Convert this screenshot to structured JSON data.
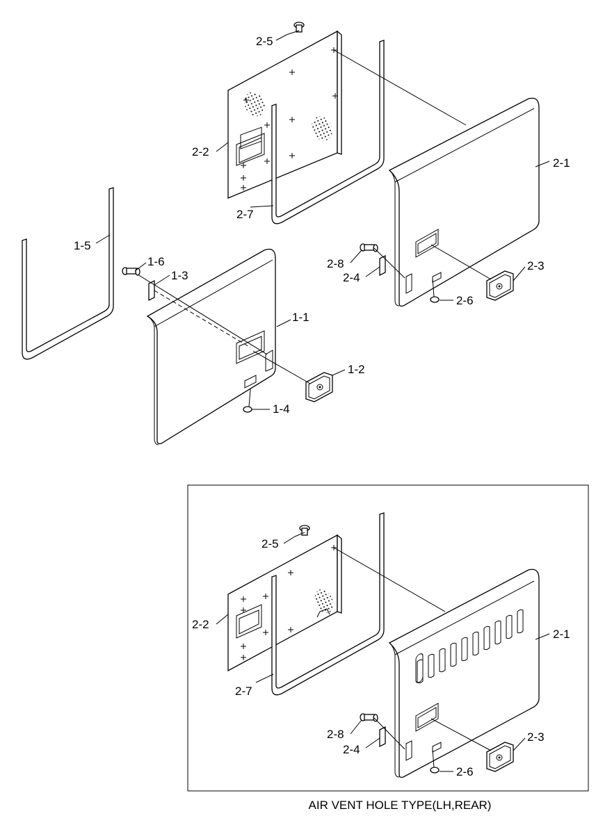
{
  "labels": {
    "top": {
      "p2_5": "2-5",
      "p2_2": "2-2",
      "p2_7": "2-7",
      "p2_1": "2-1",
      "p2_8": "2-8",
      "p2_4": "2-4",
      "p2_3": "2-3",
      "p2_6": "2-6",
      "p1_5": "1-5",
      "p1_6": "1-6",
      "p1_3": "1-3",
      "p1_1": "1-1",
      "p1_2": "1-2",
      "p1_4": "1-4"
    },
    "inset": {
      "p2_5": "2-5",
      "p2_2": "2-2",
      "p2_7": "2-7",
      "p2_1": "2-1",
      "p2_8": "2-8",
      "p2_4": "2-4",
      "p2_3": "2-3",
      "p2_6": "2-6"
    }
  },
  "caption": "AIR VENT HOLE TYPE(LH,REAR)"
}
